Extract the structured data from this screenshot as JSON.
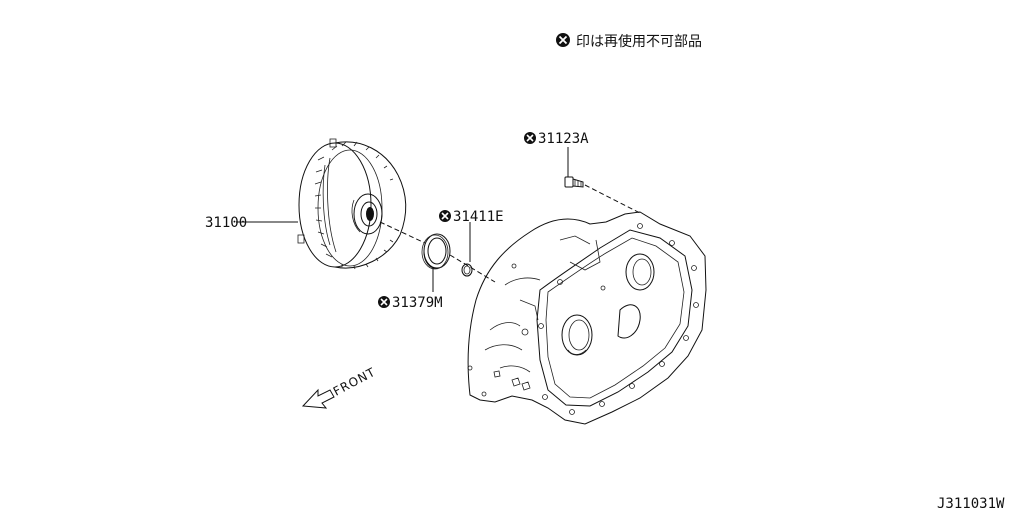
{
  "note": {
    "symbol": "x-circle-icon",
    "text": "印は再使用不可部品"
  },
  "parts": [
    {
      "id": "torque-converter",
      "code": "31100",
      "non_reusable": false
    },
    {
      "id": "oil-seal",
      "code": "31379M",
      "non_reusable": true
    },
    {
      "id": "o-ring",
      "code": "31411E",
      "non_reusable": true
    },
    {
      "id": "bolt",
      "code": "31123A",
      "non_reusable": true
    }
  ],
  "direction": {
    "label": "FRONT",
    "icon": "arrow-icon"
  },
  "diagram_id": "J311031W",
  "colors": {
    "line": "#111111",
    "background": "#ffffff"
  }
}
